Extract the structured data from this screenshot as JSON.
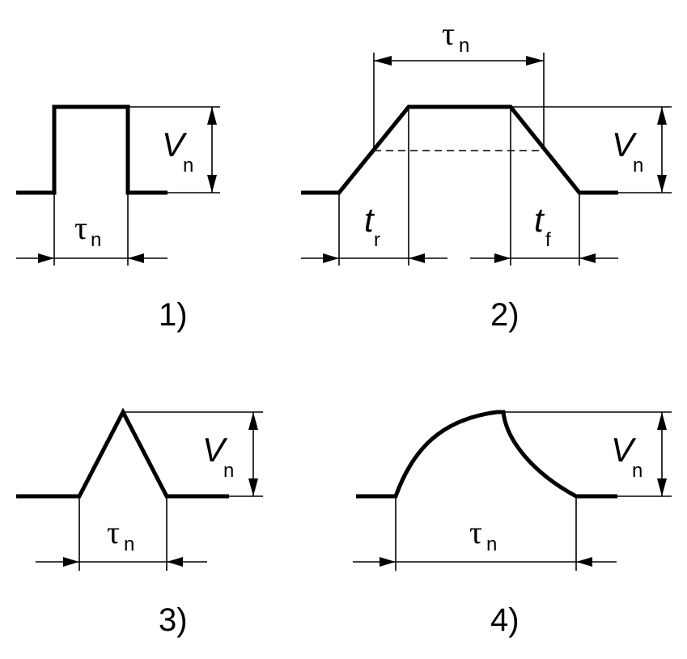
{
  "diagrams": [
    {
      "caption": "1)",
      "symbols": {
        "tau": "τ",
        "tau_sub": "n",
        "v": "V",
        "v_sub": "n"
      }
    },
    {
      "caption": "2)",
      "symbols": {
        "tau": "τ",
        "tau_sub": "n",
        "v": "V",
        "v_sub": "n",
        "tr": "t",
        "tr_sub": "r",
        "tf": "t",
        "tf_sub": "f"
      }
    },
    {
      "caption": "3)",
      "symbols": {
        "tau": "τ",
        "tau_sub": "n",
        "v": "V",
        "v_sub": "n"
      }
    },
    {
      "caption": "4)",
      "symbols": {
        "tau": "τ",
        "tau_sub": "n",
        "v": "V",
        "v_sub": "n"
      }
    }
  ]
}
